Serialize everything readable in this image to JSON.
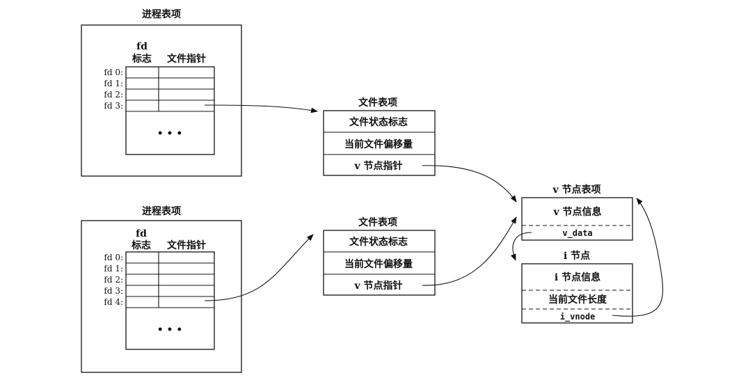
{
  "process_tables": [
    {
      "title": "进程表项",
      "col_fd_flag": [
        "fd",
        "标志"
      ],
      "col_file_ptr": "文件指针",
      "fds": [
        "fd 0:",
        "fd 1:",
        "fd 2:",
        "fd 3:"
      ],
      "ellipsis": "• • •"
    },
    {
      "title": "进程表项",
      "col_fd_flag": [
        "fd",
        "标志"
      ],
      "col_file_ptr": "文件指针",
      "fds": [
        "fd 0:",
        "fd 1:",
        "fd 2:",
        "fd 3:",
        "fd 4:"
      ],
      "ellipsis": "• • •"
    }
  ],
  "file_tables": [
    {
      "title": "文件表项",
      "rows": [
        "文件状态标志",
        "当前文件偏移量",
        "v 节点指针"
      ]
    },
    {
      "title": "文件表项",
      "rows": [
        "文件状态标志",
        "当前文件偏移量",
        "v 节点指针"
      ]
    }
  ],
  "vnode_table": {
    "title": "v 节点表项",
    "info": "v 节点信息",
    "field": "v_data"
  },
  "inode": {
    "title": "i 节点",
    "info": "i 节点信息",
    "length": "当前文件长度",
    "field": "i_vnode"
  }
}
